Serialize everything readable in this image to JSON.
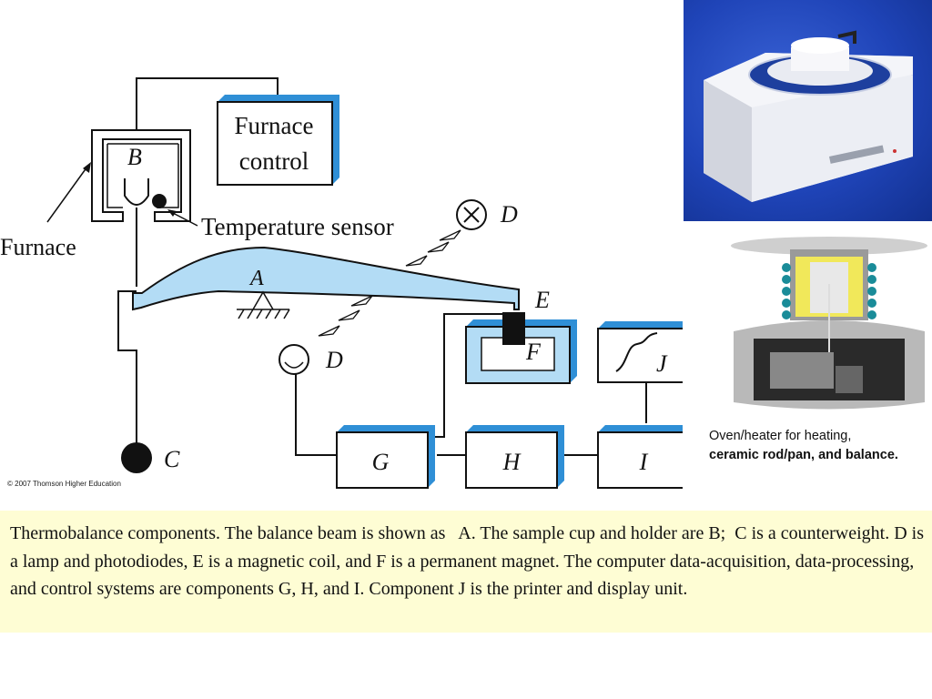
{
  "diagram": {
    "labels": {
      "furnace_control_line1": "Furnace",
      "furnace_control_line2": "control",
      "furnace": "Furnace",
      "temperature_sensor": "Temperature sensor",
      "beam": "A",
      "sample_holder": "B",
      "counterweight": "C",
      "lamp": "D",
      "photodiode": "D",
      "magnetic_coil": "E",
      "magnet": "F",
      "box_g": "G",
      "box_h": "H",
      "box_i": "I",
      "box_j": "J"
    },
    "copyright": "© 2007 Thomson Higher Education",
    "colors": {
      "beam_fill": "#b3dcf5",
      "box_shadow": "#2f8fd6"
    }
  },
  "side_caption": {
    "line1": "Oven/heater for heating,",
    "line2": "ceramic rod/pan, and balance."
  },
  "caption": {
    "text": "Thermobalance components. The balance beam is shown as   A. The sample cup and holder are B;  C is a counterweight. D is a lamp and photodiodes, E is a magnetic coil, and F is a permanent magnet. The computer data-acquisition, data-processing, and control systems are components G, H, and I. Component J is the printer and display unit.",
    "background": "#fefdd4"
  }
}
